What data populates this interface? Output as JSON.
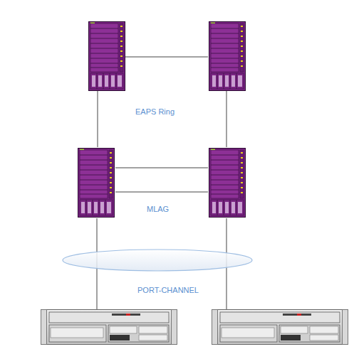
{
  "diagram": {
    "labels": [
      "EAPS Ring",
      "MLAG",
      "PORT-CHANNEL"
    ]
  }
}
